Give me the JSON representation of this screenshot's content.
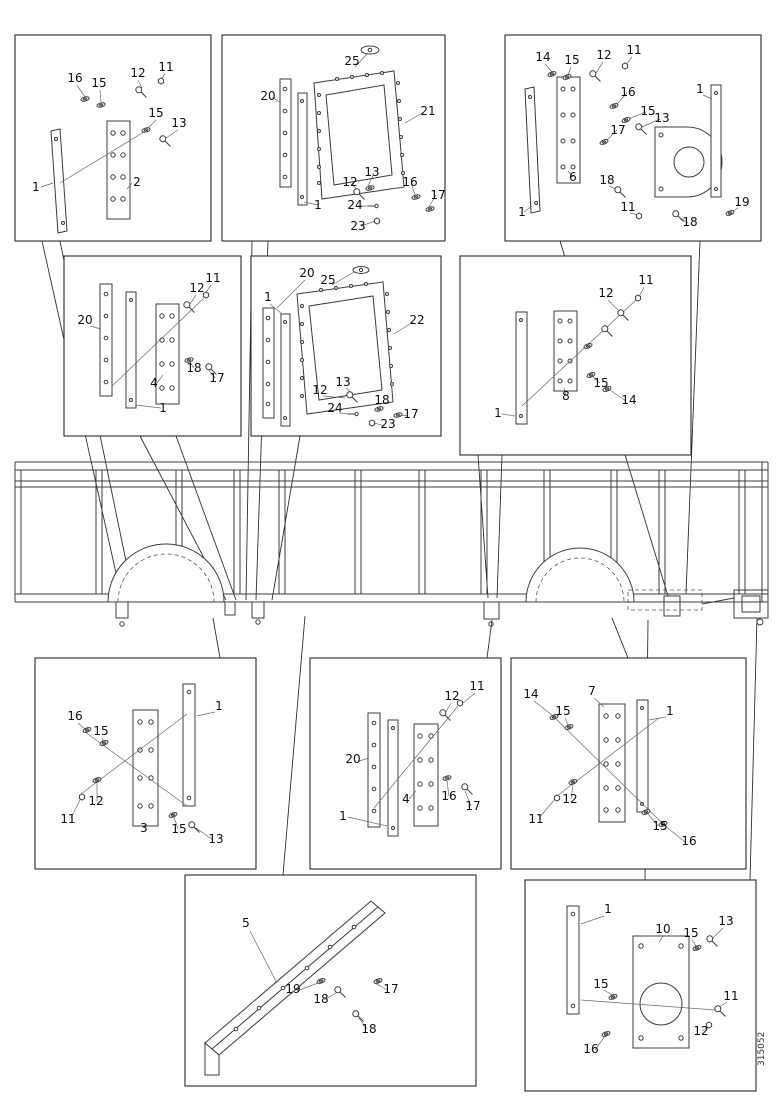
{
  "figure_code": "315052",
  "boxes": {
    "top_left": {
      "labels": [
        "16",
        "15",
        "12",
        "11",
        "15",
        "13",
        "1",
        "2"
      ]
    },
    "top_center": {
      "labels": [
        "25",
        "20",
        "21",
        "12",
        "13",
        "16",
        "17",
        "1",
        "24",
        "23"
      ]
    },
    "top_right": {
      "labels": [
        "14",
        "15",
        "12",
        "11",
        "16",
        "15",
        "13",
        "17",
        "1",
        "6",
        "18",
        "11",
        "18",
        "19",
        "1"
      ]
    },
    "mid_left": {
      "labels": [
        "12",
        "11",
        "20",
        "4",
        "18",
        "17",
        "1"
      ]
    },
    "mid_center": {
      "labels": [
        "20",
        "25",
        "1",
        "22",
        "12",
        "13",
        "24",
        "23",
        "18",
        "17"
      ]
    },
    "mid_right": {
      "labels": [
        "12",
        "11",
        "15",
        "8",
        "14",
        "1"
      ]
    },
    "lower_left": {
      "labels": [
        "16",
        "15",
        "1",
        "12",
        "11",
        "3",
        "15",
        "13"
      ]
    },
    "lower_center": {
      "labels": [
        "12",
        "11",
        "20",
        "4",
        "16",
        "17",
        "1"
      ]
    },
    "lower_right": {
      "labels": [
        "14",
        "7",
        "15",
        "1",
        "12",
        "11",
        "15",
        "16"
      ]
    },
    "bottom_center": {
      "labels": [
        "5",
        "19",
        "18",
        "17",
        "18"
      ]
    },
    "bottom_right": {
      "labels": [
        "1",
        "10",
        "15",
        "13",
        "15",
        "11",
        "12",
        "16"
      ]
    }
  }
}
